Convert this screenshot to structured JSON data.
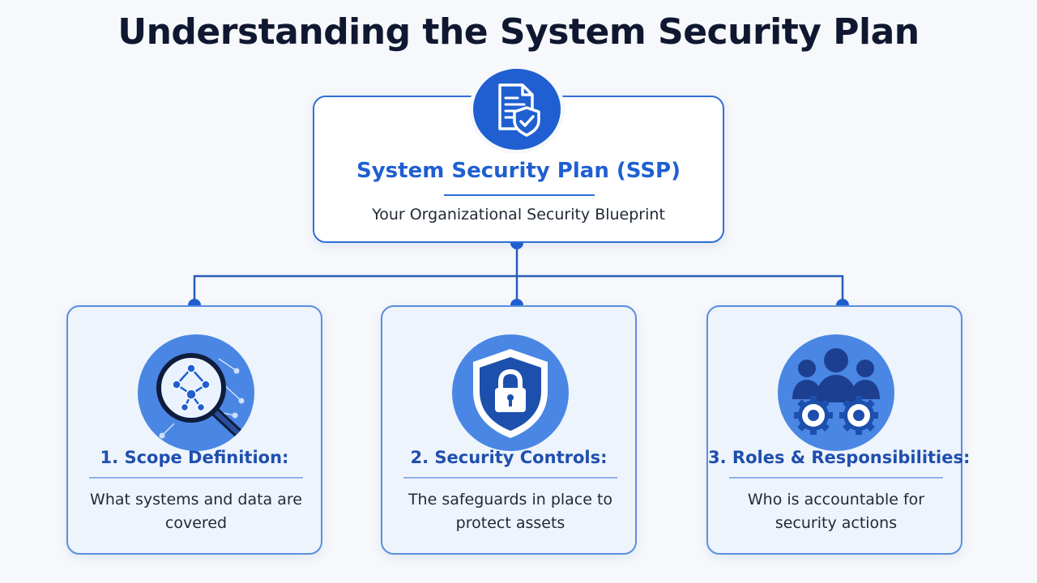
{
  "title": "Understanding the System Security Plan",
  "root": {
    "title": "System Security Plan (SSP)",
    "subtitle": "Your Organizational Security Blueprint",
    "icon": "document-shield-icon"
  },
  "components": [
    {
      "title": "1. Scope Definition:",
      "description": "What systems and data are covered",
      "icon": "magnifier-network-icon"
    },
    {
      "title": "2. Security Controls:",
      "description": "The safeguards in place to protect assets",
      "icon": "shield-lock-icon"
    },
    {
      "title": "3. Roles & Responsibilities:",
      "description": "Who is accountable for security actions",
      "icon": "team-gears-icon"
    }
  ],
  "colors": {
    "primary": "#1f5fd1",
    "title": "#0f1830",
    "card_fill": "#eef4fc",
    "connector": "#1f4fae"
  }
}
